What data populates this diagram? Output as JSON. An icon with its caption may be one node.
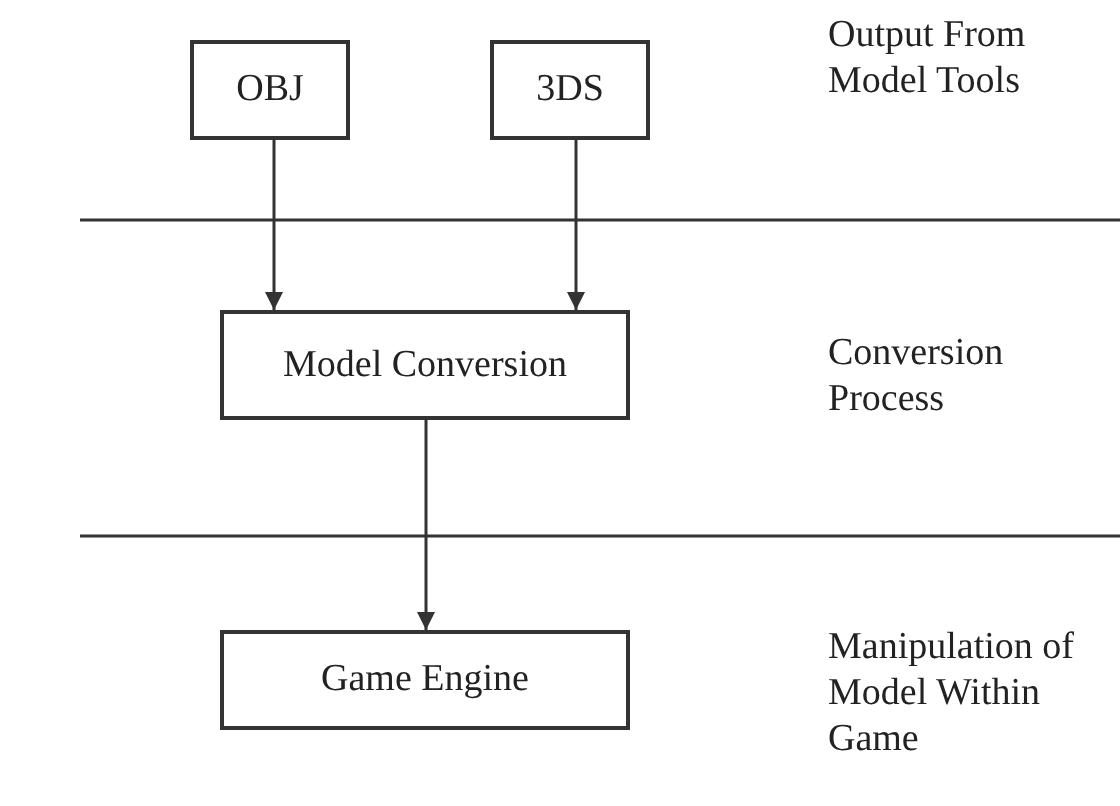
{
  "diagram": {
    "nodes": [
      {
        "text": [
          "OBJ"
        ]
      },
      {
        "text": [
          "3DS"
        ]
      },
      {
        "text": [
          "Model Conversion"
        ]
      },
      {
        "text": [
          "Game Engine"
        ]
      }
    ],
    "edges": [
      {
        "from": 0,
        "to": 2,
        "arrow": "to"
      },
      {
        "from": 1,
        "to": 2,
        "arrow": "to"
      },
      {
        "from": 2,
        "to": 3,
        "arrow": "to"
      }
    ],
    "labels": [
      "Output From Model Tools",
      "Conversion Process",
      "Manipulation of Model Within Game"
    ]
  }
}
